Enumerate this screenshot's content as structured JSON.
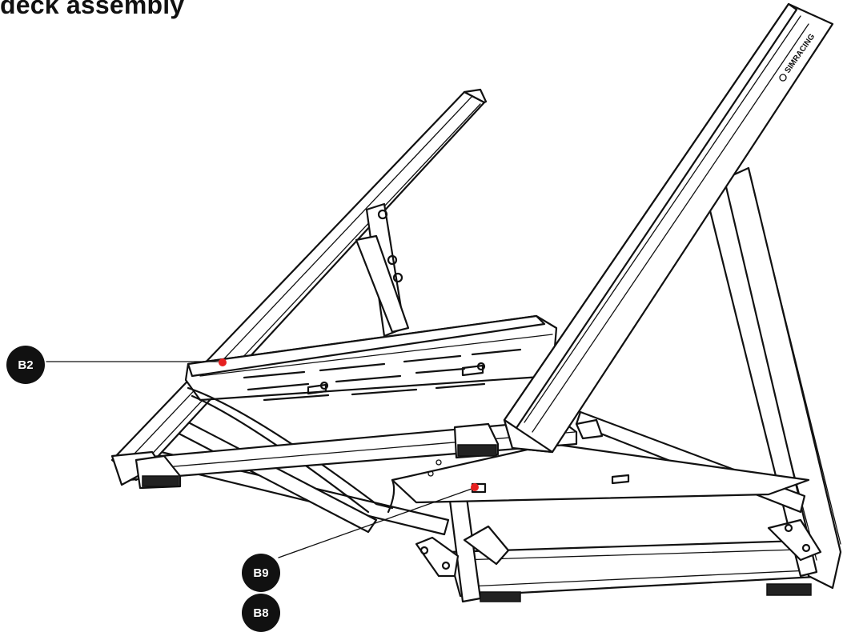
{
  "title": "deck assembly",
  "callouts": [
    {
      "id": "b2",
      "label": "B2"
    },
    {
      "id": "b9",
      "label": "B9"
    },
    {
      "id": "b8",
      "label": "B8"
    }
  ],
  "brand_logo": "SIMRACING",
  "colors": {
    "line": "#111111",
    "marker": "#e62020",
    "badge_bg": "#111111",
    "badge_text": "#ffffff"
  }
}
